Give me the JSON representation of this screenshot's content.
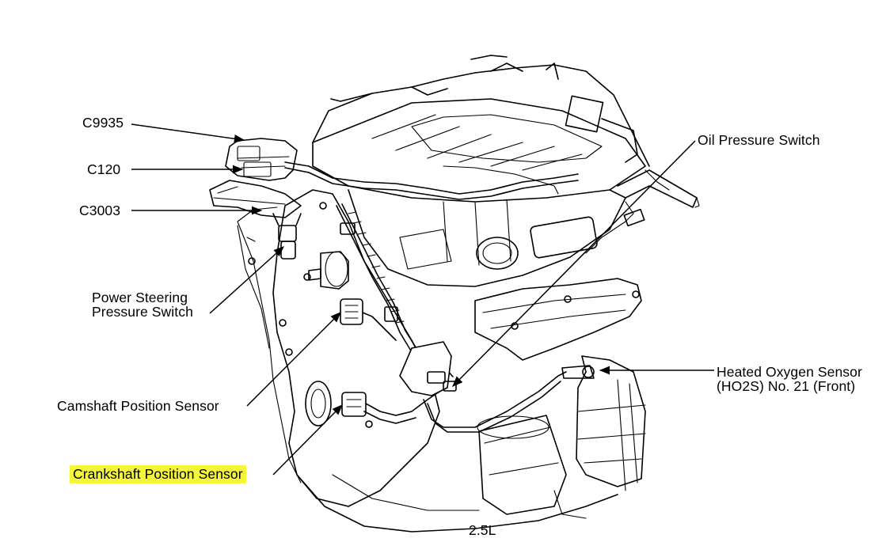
{
  "labels": {
    "c9935": "C9935",
    "c120": "C120",
    "c3003": "C3003",
    "power_steering_line1": "Power Steering",
    "power_steering_line2": "Pressure Switch",
    "camshaft": "Camshaft Position Sensor",
    "crankshaft": "Crankshaft Position Sensor",
    "oil_pressure": "Oil Pressure Switch",
    "ho2s_line1": "Heated Oxygen Sensor",
    "ho2s_line2": "(HO2S) No. 21 (Front)",
    "engine_size": "2.5L"
  },
  "colors": {
    "highlight": "#f5f53a",
    "line": "#000000",
    "background": "#ffffff"
  },
  "highlighted_label": "crankshaft"
}
